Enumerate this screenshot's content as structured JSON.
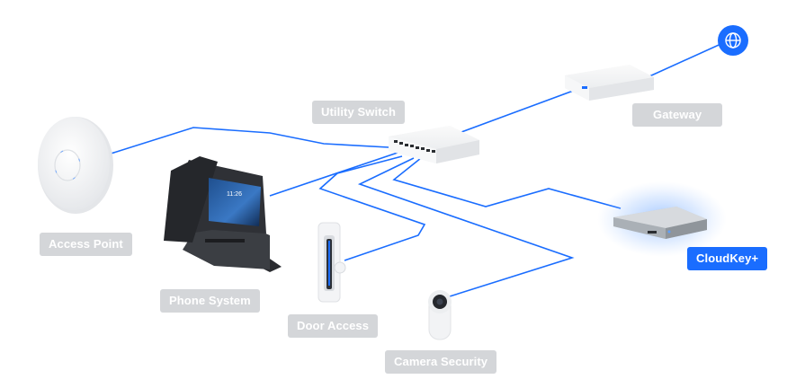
{
  "diagram": {
    "nodes": {
      "internet": {
        "label": "",
        "icon": "globe-icon"
      },
      "gateway": {
        "label": "Gateway"
      },
      "switch": {
        "label": "Utility Switch"
      },
      "access_point": {
        "label": "Access Point"
      },
      "phone": {
        "label": "Phone System"
      },
      "door": {
        "label": "Door Access"
      },
      "camera": {
        "label": "Camera Security"
      },
      "cloudkey": {
        "label": "CloudKey+",
        "highlighted": true
      }
    },
    "connections": [
      [
        "internet",
        "gateway"
      ],
      [
        "gateway",
        "switch"
      ],
      [
        "switch",
        "access_point"
      ],
      [
        "switch",
        "phone"
      ],
      [
        "switch",
        "door"
      ],
      [
        "switch",
        "camera"
      ],
      [
        "switch",
        "cloudkey"
      ]
    ]
  },
  "colors": {
    "link": "#1a6dff",
    "label_bg": "#d4d6d9",
    "label_active_bg": "#1a6dff",
    "label_text": "#ffffff"
  }
}
